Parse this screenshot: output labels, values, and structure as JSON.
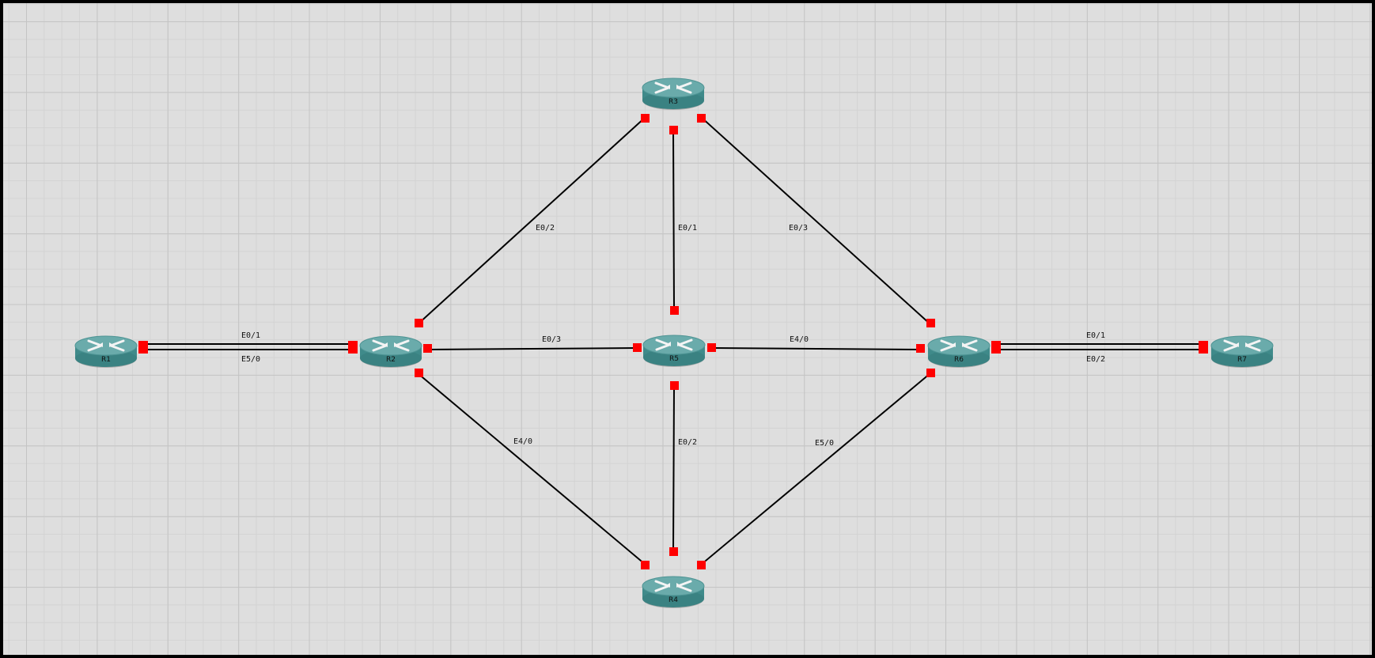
{
  "colors": {
    "background": "#dedede",
    "link": "#000000",
    "port": "#ff0000",
    "router_top": "#5fa3a3",
    "router_side": "#3f8a8a"
  },
  "routers": [
    {
      "id": "R1",
      "label": "R1",
      "icon": "router-icon"
    },
    {
      "id": "R2",
      "label": "R2",
      "icon": "router-icon"
    },
    {
      "id": "R3",
      "label": "R3",
      "icon": "router-icon"
    },
    {
      "id": "R4",
      "label": "R4",
      "icon": "router-icon"
    },
    {
      "id": "R5",
      "label": "R5",
      "icon": "router-icon"
    },
    {
      "id": "R6",
      "label": "R6",
      "icon": "router-icon"
    },
    {
      "id": "R7",
      "label": "R7",
      "icon": "router-icon"
    }
  ],
  "links": [
    {
      "name": "r1-r2-a",
      "label": "E0/1"
    },
    {
      "name": "r1-r2-b",
      "label": "E5/0"
    },
    {
      "name": "r2-r3",
      "label": "E0/2"
    },
    {
      "name": "r3-r5",
      "label": "E0/1"
    },
    {
      "name": "r3-r6",
      "label": "E0/3"
    },
    {
      "name": "r2-r5",
      "label": "E0/3"
    },
    {
      "name": "r5-r6",
      "label": "E4/0"
    },
    {
      "name": "r2-r4",
      "label": "E4/0"
    },
    {
      "name": "r5-r4",
      "label": "E0/2"
    },
    {
      "name": "r6-r4",
      "label": "E5/0"
    },
    {
      "name": "r6-r7-a",
      "label": "E0/1"
    },
    {
      "name": "r6-r7-b",
      "label": "E0/2"
    }
  ]
}
